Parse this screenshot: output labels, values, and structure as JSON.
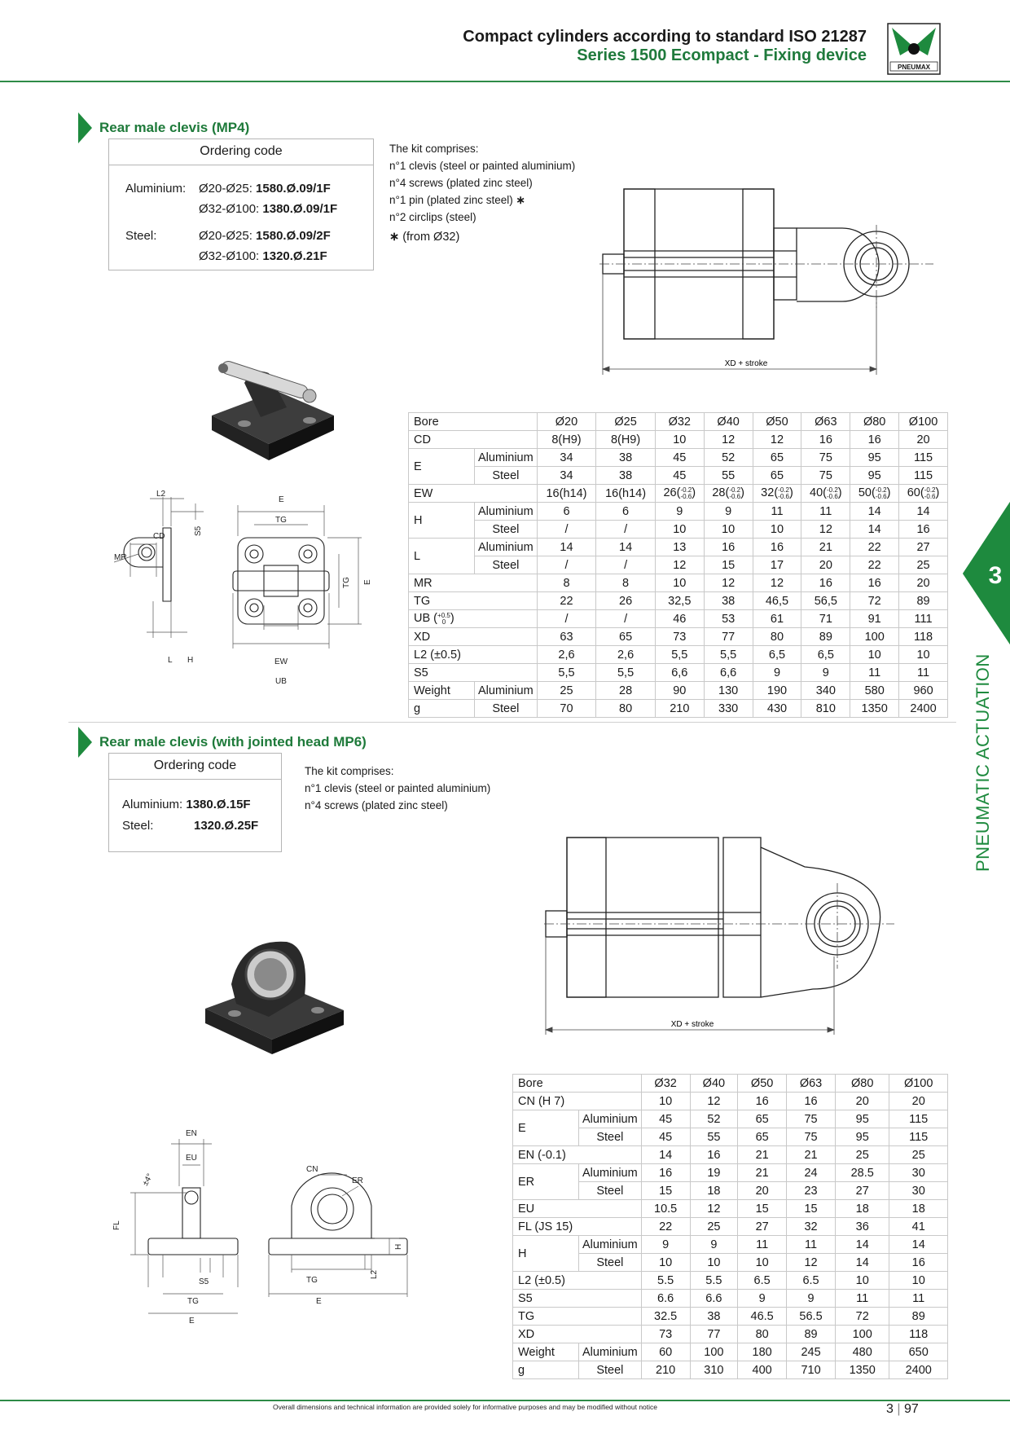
{
  "header": {
    "title_line1": "Compact cylinders according to standard ISO 21287",
    "title_line2": "Series 1500 Ecompact - Fixing device",
    "logo_text": "PNEUMAX"
  },
  "side_tab": {
    "number": "3",
    "text": "PNEUMATIC ACTUATION"
  },
  "section1": {
    "title": "Rear male clevis  (MP4)",
    "ordering_head": "Ordering code",
    "ordering": [
      {
        "material": "Aluminium:",
        "range": "Ø20-Ø25:",
        "code": "1580.Ø.09/1F"
      },
      {
        "material": "",
        "range": "Ø32-Ø100:",
        "code": "1380.Ø.09/1F"
      },
      {
        "material": "Steel:",
        "range": "Ø20-Ø25:",
        "code": "1580.Ø.09/2F"
      },
      {
        "material": "",
        "range": "Ø32-Ø100:",
        "code": "1320.Ø.21F"
      }
    ],
    "kit_lines": [
      "The kit comprises:",
      "n°1 clevis (steel or painted aluminium)",
      "n°4 screws (plated zinc steel)",
      "n°1 pin (plated zinc steel)",
      "n°2 circlips (steel)"
    ],
    "kit_star": "∗",
    "kit_note": "(from Ø32)",
    "drawing_label_xd": "XD + stroke",
    "dim_labels": {
      "l2": "L2",
      "cd": "CD",
      "s5": "S5",
      "mr": "MR",
      "l": "L",
      "h": "H",
      "e_top": "E",
      "tg_top": "TG",
      "tg_side": "TG",
      "e_side": "E",
      "ew": "EW",
      "ub": "UB"
    },
    "table": {
      "header": [
        "Bore",
        "Ø20",
        "Ø25",
        "Ø32",
        "Ø40",
        "Ø50",
        "Ø63",
        "Ø80",
        "Ø100"
      ],
      "cd": [
        "CD",
        "8(H9)",
        "8(H9)",
        "10",
        "12",
        "12",
        "16",
        "16",
        "20"
      ],
      "e_label": "E",
      "e_al": [
        "Aluminium",
        "34",
        "38",
        "45",
        "52",
        "65",
        "75",
        "95",
        "115"
      ],
      "e_st": [
        "Steel",
        "34",
        "38",
        "45",
        "55",
        "65",
        "75",
        "95",
        "115"
      ],
      "ew_label": "EW",
      "ew": [
        {
          "base": "16(h14)",
          "tol": ""
        },
        {
          "base": "16(h14)",
          "tol": ""
        },
        {
          "base": "26",
          "tol": "-0.2 -0.6"
        },
        {
          "base": "28",
          "tol": "-0.2 -0.6"
        },
        {
          "base": "32",
          "tol": "-0.2 -0.6"
        },
        {
          "base": "40",
          "tol": "-0.2 -0.6"
        },
        {
          "base": "50",
          "tol": "-0.2 -0.6"
        },
        {
          "base": "60",
          "tol": "-0.2 -0.6"
        }
      ],
      "h_label": "H",
      "h_al": [
        "Aluminium",
        "6",
        "6",
        "9",
        "9",
        "11",
        "11",
        "14",
        "14"
      ],
      "h_st": [
        "Steel",
        "/",
        "/",
        "10",
        "10",
        "10",
        "12",
        "14",
        "16"
      ],
      "l_label": "L",
      "l_al": [
        "Aluminium",
        "14",
        "14",
        "13",
        "16",
        "16",
        "21",
        "22",
        "27"
      ],
      "l_st": [
        "Steel",
        "/",
        "/",
        "12",
        "15",
        "17",
        "20",
        "22",
        "25"
      ],
      "mr": [
        "MR",
        "8",
        "8",
        "10",
        "12",
        "12",
        "16",
        "16",
        "20"
      ],
      "tg": [
        "TG",
        "22",
        "26",
        "32,5",
        "38",
        "46,5",
        "56,5",
        "72",
        "89"
      ],
      "ub_label": "UB",
      "ub_tol": "+0.5 0",
      "ub": [
        "/",
        "/",
        "46",
        "53",
        "61",
        "71",
        "91",
        "111"
      ],
      "xd": [
        "XD",
        "63",
        "65",
        "73",
        "77",
        "80",
        "89",
        "100",
        "118"
      ],
      "l2": [
        "L2 (±0.5)",
        "2,6",
        "2,6",
        "5,5",
        "5,5",
        "6,5",
        "6,5",
        "10",
        "10"
      ],
      "s5": [
        "S5",
        "5,5",
        "5,5",
        "6,6",
        "6,6",
        "9",
        "9",
        "11",
        "11"
      ],
      "w_label1": "Weight",
      "w_label2": "g",
      "w_al": [
        "Aluminium",
        "25",
        "28",
        "90",
        "130",
        "190",
        "340",
        "580",
        "960"
      ],
      "w_st": [
        "Steel",
        "70",
        "80",
        "210",
        "330",
        "430",
        "810",
        "1350",
        "2400"
      ]
    }
  },
  "section2": {
    "title": "Rear male clevis (with jointed head MP6)",
    "ordering_head": "Ordering code",
    "ordering": [
      {
        "material": "Aluminium:",
        "code": "1380.Ø.15F"
      },
      {
        "material": "Steel:",
        "code": "1320.Ø.25F"
      }
    ],
    "kit_lines": [
      "The kit comprises:",
      "n°1 clevis (steel or painted aluminium)",
      "n°4 screws (plated zinc steel)"
    ],
    "drawing_label_xd": "XD + stroke",
    "dim_labels": {
      "en": "EN",
      "eu": "EU",
      "angle": "±4°",
      "fl": "FL",
      "s5": "S5",
      "tg_left": "TG",
      "e_left": "E",
      "cn": "CN",
      "er": "ER",
      "h": "H",
      "l2": "L2",
      "tg_right": "TG",
      "e_right": "E"
    },
    "table": {
      "header": [
        "Bore",
        "Ø32",
        "Ø40",
        "Ø50",
        "Ø63",
        "Ø80",
        "Ø100"
      ],
      "cn": [
        "CN (H 7)",
        "10",
        "12",
        "16",
        "16",
        "20",
        "20"
      ],
      "e_label": "E",
      "e_al": [
        "Aluminium",
        "45",
        "52",
        "65",
        "75",
        "95",
        "115"
      ],
      "e_st": [
        "Steel",
        "45",
        "55",
        "65",
        "75",
        "95",
        "115"
      ],
      "en": [
        "EN (-0.1)",
        "14",
        "16",
        "21",
        "21",
        "25",
        "25"
      ],
      "er_label": "ER",
      "er_al": [
        "Aluminium",
        "16",
        "19",
        "21",
        "24",
        "28.5",
        "30"
      ],
      "er_st": [
        "Steel",
        "15",
        "18",
        "20",
        "23",
        "27",
        "30"
      ],
      "eu": [
        "EU",
        "10.5",
        "12",
        "15",
        "15",
        "18",
        "18"
      ],
      "fl": [
        "FL (JS 15)",
        "22",
        "25",
        "27",
        "32",
        "36",
        "41"
      ],
      "h_label": "H",
      "h_al": [
        "Aluminium",
        "9",
        "9",
        "11",
        "11",
        "14",
        "14"
      ],
      "h_st": [
        "Steel",
        "10",
        "10",
        "10",
        "12",
        "14",
        "16"
      ],
      "l2": [
        "L2 (±0.5)",
        "5.5",
        "5.5",
        "6.5",
        "6.5",
        "10",
        "10"
      ],
      "s5": [
        "S5",
        "6.6",
        "6.6",
        "9",
        "9",
        "11",
        "11"
      ],
      "tg": [
        "TG",
        "32.5",
        "38",
        "46.5",
        "56.5",
        "72",
        "89"
      ],
      "xd": [
        "XD",
        "73",
        "77",
        "80",
        "89",
        "100",
        "118"
      ],
      "w_label1": "Weight",
      "w_label2": "g",
      "w_al": [
        "Aluminium",
        "60",
        "100",
        "180",
        "245",
        "480",
        "650"
      ],
      "w_st": [
        "Steel",
        "210",
        "310",
        "400",
        "710",
        "1350",
        "2400"
      ]
    }
  },
  "footer": {
    "note": "Overall dimensions and technical information are provided solely for informative purposes and may be modified without notice",
    "page_chapter": "3",
    "page_number": "97"
  }
}
